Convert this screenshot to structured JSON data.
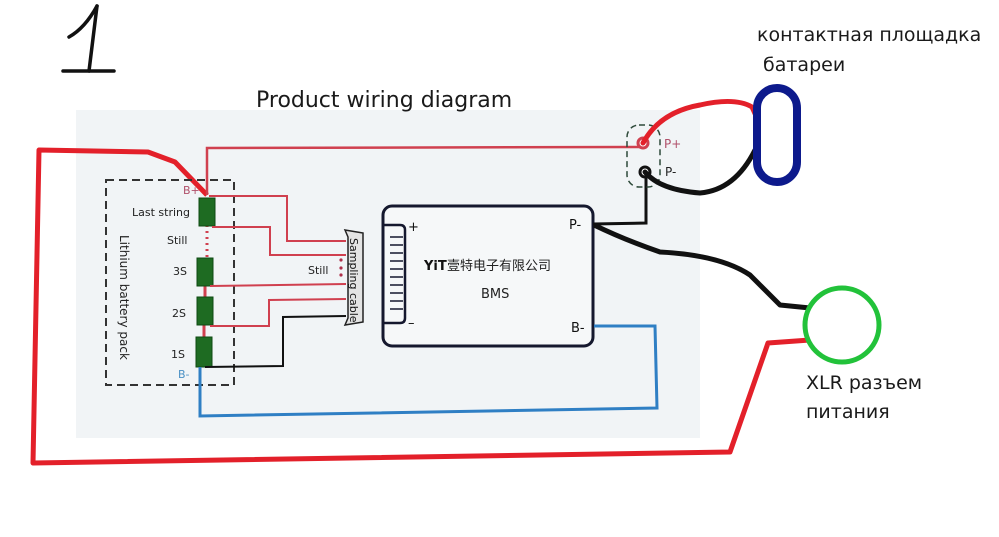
{
  "annotation_number": "1",
  "diagram": {
    "title": "Product wiring diagram",
    "battery_pack": {
      "label": "Lithium battery pack",
      "b_plus": "B+",
      "b_minus": "B-",
      "cells": [
        "Last string",
        "Still",
        "3S",
        "2S",
        "1S"
      ]
    },
    "sampling_cable": {
      "label": "Sampling cable",
      "still_label": "Still"
    },
    "bms": {
      "plus": "+",
      "minus": "–",
      "logo": "YiT",
      "company": "壹特电子有限公司",
      "name": "BMS",
      "p_minus": "P-",
      "b_minus": "B-"
    },
    "output_terminals": {
      "p_plus": "P+",
      "p_minus": "P-"
    }
  },
  "annotations": {
    "battery_contact_line1": "контактная площадка",
    "battery_contact_line2": "батареи",
    "xlr_line1": "XLR разъем",
    "xlr_line2": "питания"
  },
  "colors": {
    "hand_red": "#e3202a",
    "printed_red": "#d0404f",
    "wire_black": "#111111",
    "wire_blue": "#2f7fc4",
    "cell_green": "#1e6b22",
    "contact_blue": "#0d1a8c",
    "xlr_green": "#22c23a",
    "paper": "#f1f4f6"
  }
}
